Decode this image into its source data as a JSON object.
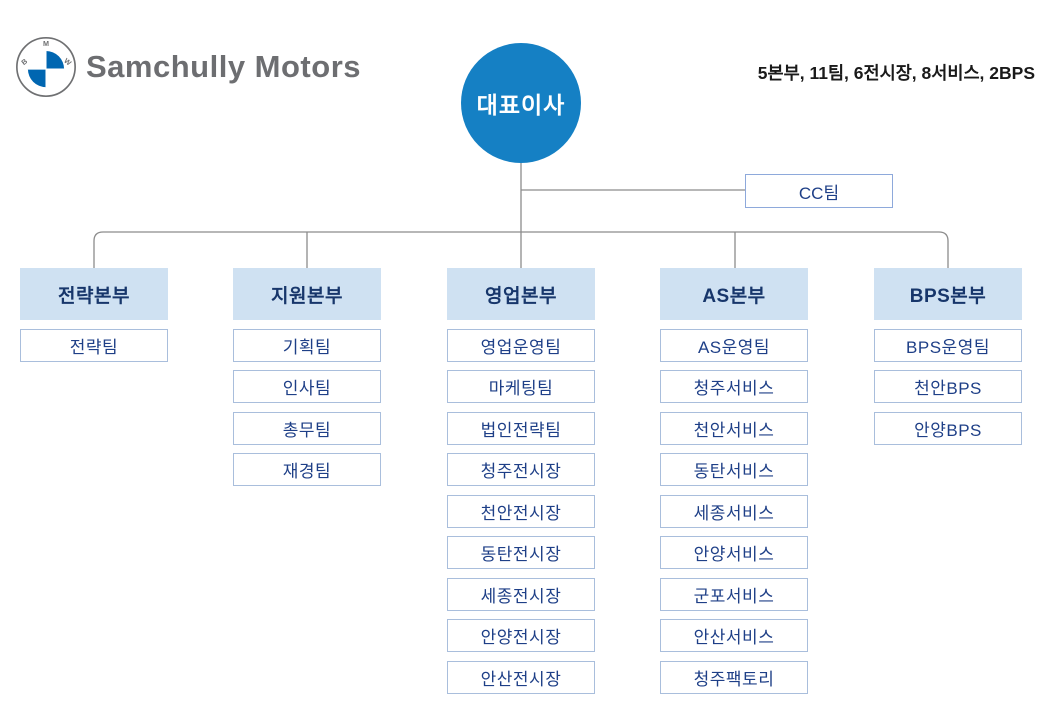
{
  "header": {
    "brand": "Samchully Motors",
    "summary": "5본부, 11팀, 6전시장, 8서비스, 2BPS"
  },
  "chart": {
    "ceo": "대표이사",
    "staff_team": "CC팀",
    "divisions": [
      {
        "title": "전략본부",
        "teams": [
          "전략팀"
        ]
      },
      {
        "title": "지원본부",
        "teams": [
          "기획팀",
          "인사팀",
          "총무팀",
          "재경팀"
        ]
      },
      {
        "title": "영업본부",
        "teams": [
          "영업운영팀",
          "마케팅팀",
          "법인전략팀",
          "청주전시장",
          "천안전시장",
          "동탄전시장",
          "세종전시장",
          "안양전시장",
          "안산전시장"
        ]
      },
      {
        "title": "AS본부",
        "teams": [
          "AS운영팀",
          "청주서비스",
          "천안서비스",
          "동탄서비스",
          "세종서비스",
          "안양서비스",
          "군포서비스",
          "안산서비스",
          "청주팩토리"
        ]
      },
      {
        "title": "BPS본부",
        "teams": [
          "BPS운영팀",
          "천안BPS",
          "안양BPS"
        ]
      }
    ]
  },
  "icons": {
    "logo": "bmw-roundel"
  },
  "colors": {
    "ceo_blue": "#1580c4",
    "dept_bg": "#cfe1f2",
    "dept_ink": "#17366b",
    "team_ink": "#1e3f87",
    "team_border": "#a9bedc",
    "cc_border": "#8ea9db",
    "line_gray": "#8c8c8c",
    "brand_gray": "#6d6e71",
    "summary_ink": "#1a1a1a",
    "bmw_blue": "#0066b1"
  }
}
